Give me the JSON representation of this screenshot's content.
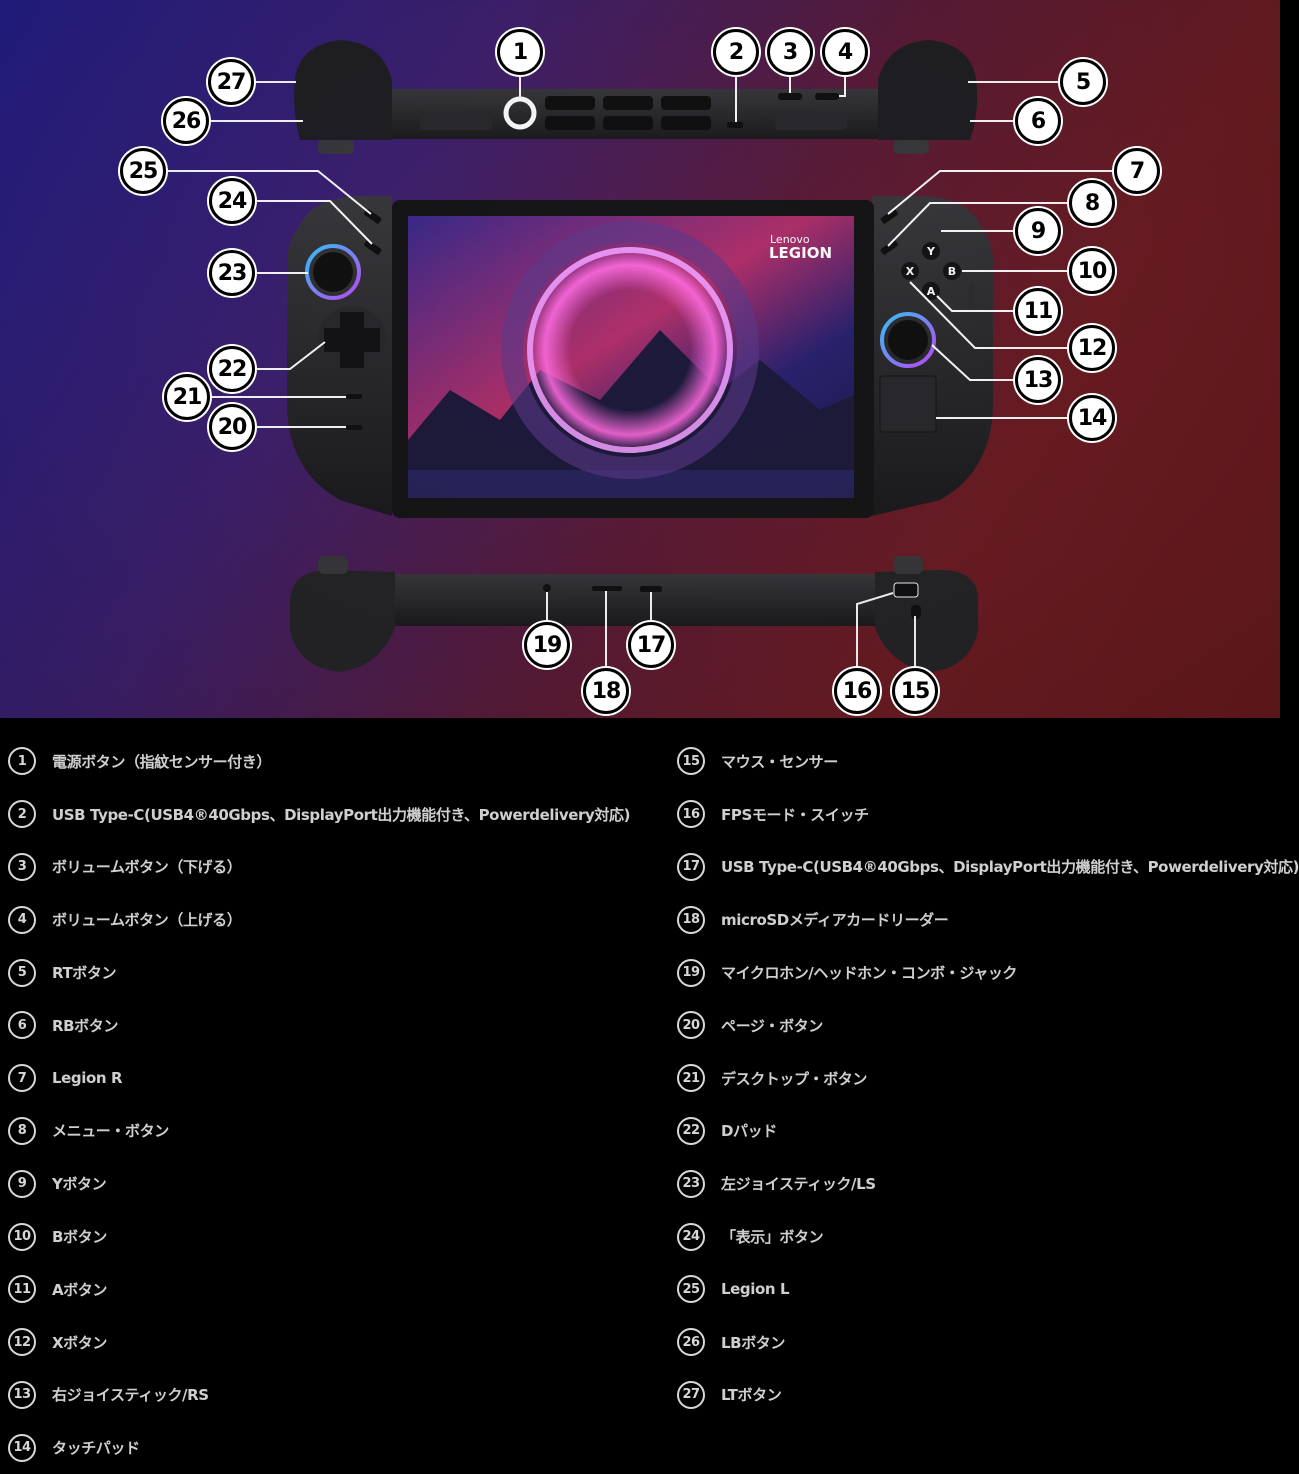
{
  "screen_brand": {
    "maker": "Lenovo",
    "product": "LEGION"
  },
  "button_letters": {
    "y": "Y",
    "b": "B",
    "a": "A",
    "x": "X"
  },
  "callouts": [
    "1",
    "2",
    "3",
    "4",
    "5",
    "6",
    "7",
    "8",
    "9",
    "10",
    "11",
    "12",
    "13",
    "14",
    "15",
    "16",
    "17",
    "18",
    "19",
    "20",
    "21",
    "22",
    "23",
    "24",
    "25",
    "26",
    "27"
  ],
  "legend": {
    "left": [
      {
        "num": "1",
        "label": "電源ボタン（指紋センサー付き）"
      },
      {
        "num": "2",
        "label": "USB Type-C(USB4®40Gbps、DisplayPort出力機能付き、Powerdelivery対応)"
      },
      {
        "num": "3",
        "label": "ボリュームボタン（下げる）"
      },
      {
        "num": "4",
        "label": "ボリュームボタン（上げる）"
      },
      {
        "num": "5",
        "label": "RTボタン"
      },
      {
        "num": "6",
        "label": "RBボタン"
      },
      {
        "num": "7",
        "label": "Legion R"
      },
      {
        "num": "8",
        "label": "メニュー・ボタン"
      },
      {
        "num": "9",
        "label": "Yボタン"
      },
      {
        "num": "10",
        "label": "Bボタン"
      },
      {
        "num": "11",
        "label": "Aボタン"
      },
      {
        "num": "12",
        "label": "Xボタン"
      },
      {
        "num": "13",
        "label": "右ジョイスティック/RS"
      },
      {
        "num": "14",
        "label": "タッチパッド"
      }
    ],
    "right": [
      {
        "num": "15",
        "label": "マウス・センサー"
      },
      {
        "num": "16",
        "label": "FPSモード・スイッチ"
      },
      {
        "num": "17",
        "label": "USB Type-C(USB4®40Gbps、DisplayPort出力機能付き、Powerdelivery対応)"
      },
      {
        "num": "18",
        "label": "microSDメディアカードリーダー"
      },
      {
        "num": "19",
        "label": "マイクロホン/ヘッドホン・コンボ・ジャック"
      },
      {
        "num": "20",
        "label": "ページ・ボタン"
      },
      {
        "num": "21",
        "label": "デスクトップ・ボタン"
      },
      {
        "num": "22",
        "label": "Dパッド"
      },
      {
        "num": "23",
        "label": "左ジョイスティック/LS"
      },
      {
        "num": "24",
        "label": "「表示」ボタン"
      },
      {
        "num": "25",
        "label": "Legion L"
      },
      {
        "num": "26",
        "label": "LBボタン"
      },
      {
        "num": "27",
        "label": "LTボタン"
      }
    ]
  }
}
